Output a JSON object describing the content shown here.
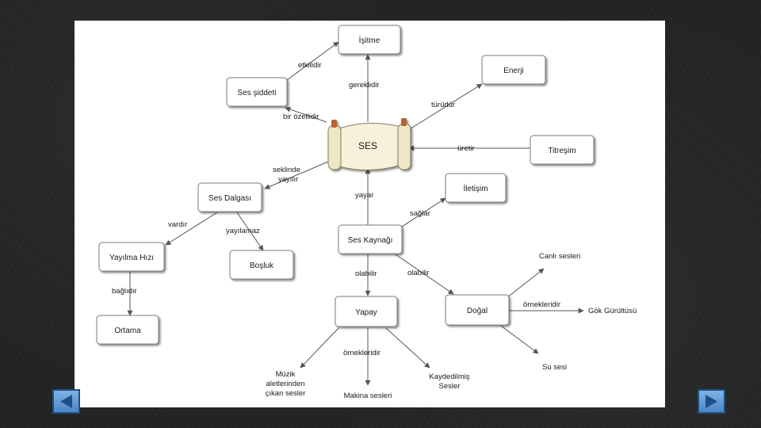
{
  "nodes": {
    "isitme": "İşitme",
    "ses_siddeti": "Ses şiddeti",
    "enerji": "Enerji",
    "ses": "SES",
    "titresim": "Titreşim",
    "ses_dalgasi": "Ses Dalgası",
    "iletisim": "İletişim",
    "ses_kaynagi": "Ses Kaynağı",
    "yayilma_hizi": "Yayılma Hızı",
    "bosluk": "Boşluk",
    "ortama": "Ortama",
    "yapay": "Yapay",
    "dogal": "Doğal"
  },
  "leaves": {
    "canli_sesleri": "Canlı sesleri",
    "gok_gurultusu": "Gök Gürültüsü",
    "su_sesi": "Su sesi",
    "muzik_1": "Müzik",
    "muzik_2": "aletlerinden",
    "muzik_3": "çıkan sesler",
    "makina": "Makina sesleri",
    "kaydedilmis_1": "Kaydedilmiş",
    "kaydedilmis_2": "Sesler"
  },
  "links": {
    "etkilidir": "etkilidir",
    "gereklidir": "gereklidir",
    "turudur": "türüdür",
    "bir_ozellidir": "bir özellidir",
    "uretir": "üretir",
    "seklinde": "seklinde",
    "yayilir": "yayılır",
    "yayar": "yayar",
    "saglar": "sağlar",
    "vardir": "vardır",
    "yayilamaz": "yayılamaz",
    "baglidir": "bağlıdır",
    "olabilir_1": "olabilir",
    "olabilir_2": "olabilir",
    "ornekleridir_1": "örnekleridir",
    "ornekleridir_2": "örnekleridir"
  },
  "icons": {
    "prev": "triangle-left",
    "next": "triangle-right"
  },
  "colors": {
    "background": "#232323",
    "nav_fill": "#5b97d6",
    "nav_border": "#1e4f86"
  }
}
